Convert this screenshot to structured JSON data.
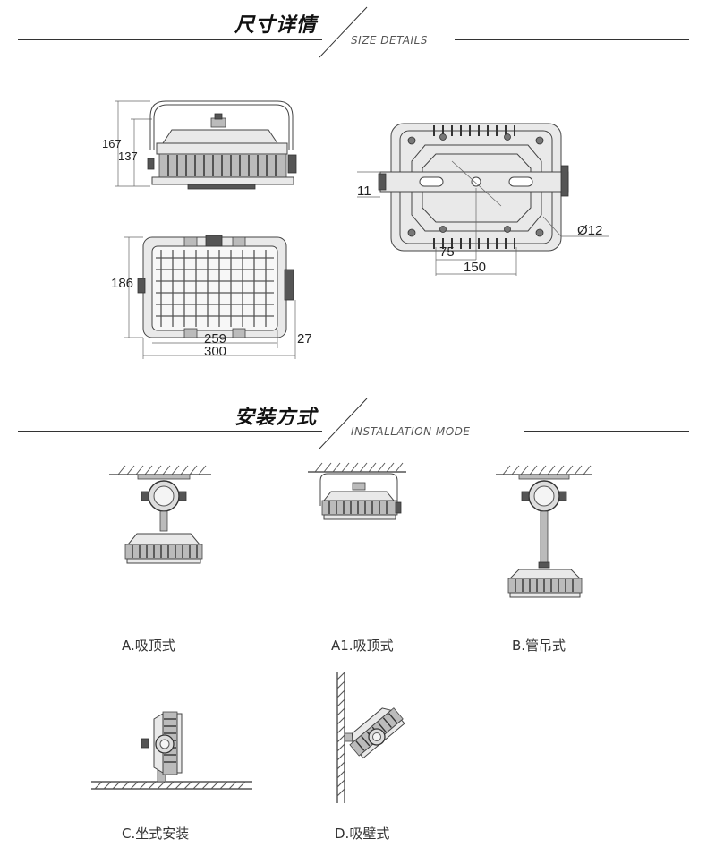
{
  "sections": {
    "size": {
      "title": "尺寸详情",
      "subtitle": "SIZE DETAILS"
    },
    "install": {
      "title": "安装方式",
      "subtitle": "INSTALLATION MODE"
    }
  },
  "dimensions": {
    "side_view": {
      "total_height": "167",
      "body_height": "137"
    },
    "back_view": {
      "bracket_thickness": "11",
      "hole_diameter": "Ø12",
      "hole_offset": "75",
      "hole_spacing": "150"
    },
    "front_view": {
      "height": "186",
      "inner_width": "259",
      "total_width": "300",
      "side_depth": "27"
    }
  },
  "installation": [
    {
      "id": "A",
      "label": "A.吸顶式"
    },
    {
      "id": "A1",
      "label": "A1.吸顶式"
    },
    {
      "id": "B",
      "label": "B.管吊式"
    },
    {
      "id": "C",
      "label": "C.坐式安装"
    },
    {
      "id": "D",
      "label": "D.吸壁式"
    }
  ]
}
